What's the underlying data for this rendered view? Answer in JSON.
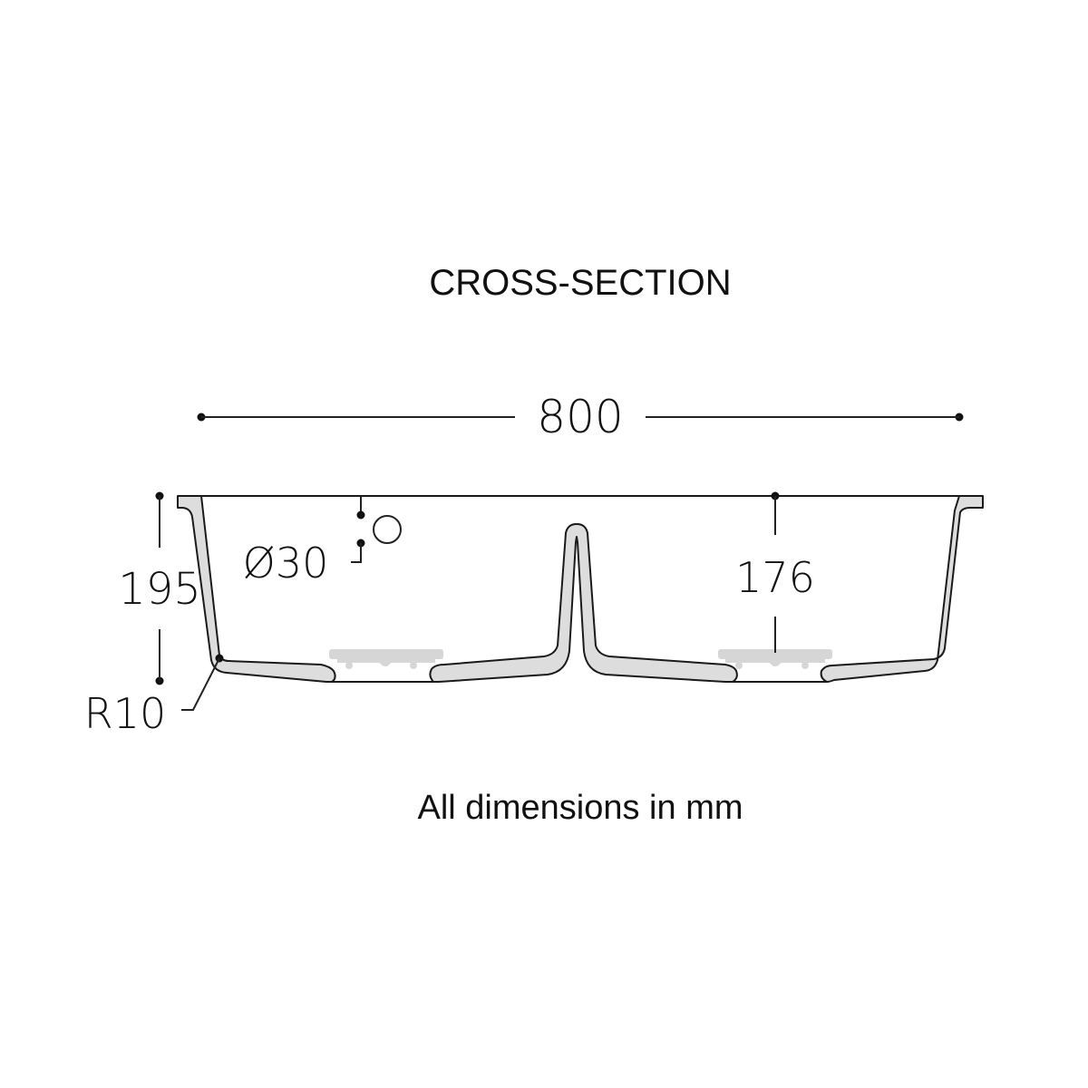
{
  "title": "CROSS-SECTION",
  "footer": "All dimensions in mm",
  "dimensions": {
    "overall_width": "800",
    "overall_height": "195",
    "bowl_depth": "176",
    "overflow_diameter": "Ø30",
    "corner_radius": "R10"
  },
  "colors": {
    "outline": "#1a1a1a",
    "fill": "#dddddd",
    "waste_fitting": "#d6d6d6"
  }
}
